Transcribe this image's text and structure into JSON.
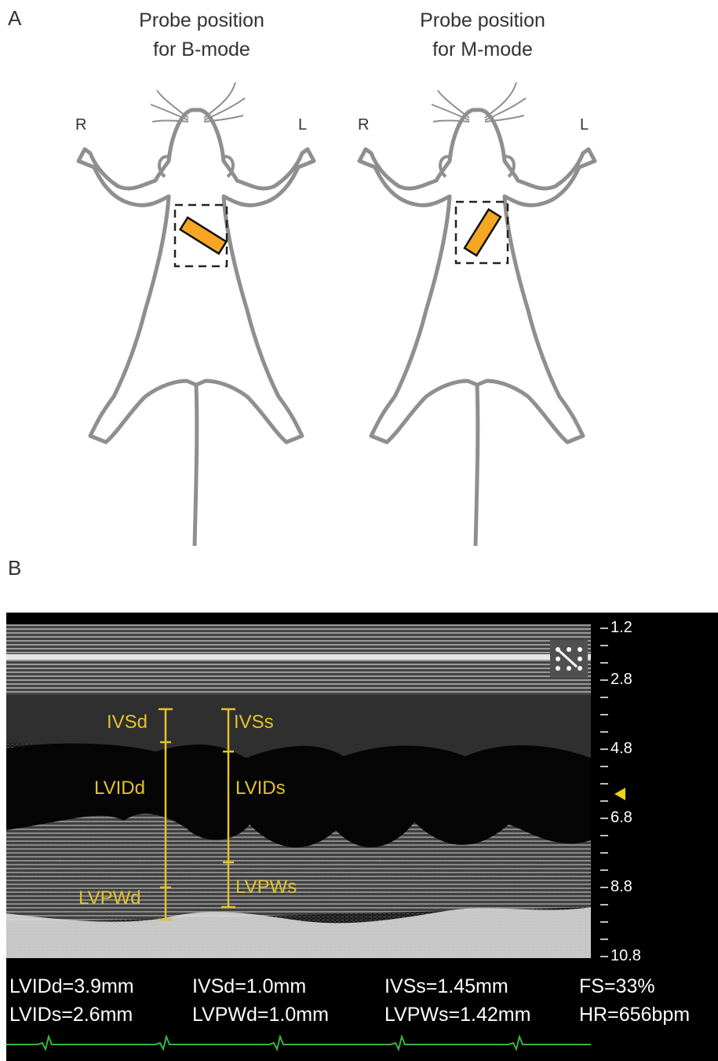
{
  "panel_a": {
    "label": "A",
    "bmode": {
      "title_line1": "Probe position",
      "title_line2": "for B-mode",
      "right_label": "R",
      "left_label": "L"
    },
    "mmode": {
      "title_line1": "Probe position",
      "title_line2": "for M-mode",
      "right_label": "R",
      "left_label": "L"
    },
    "colors": {
      "outline": "#8f8f8f",
      "probe_fill": "#f5a623",
      "probe_stroke": "#111111"
    }
  },
  "panel_b": {
    "label": "B",
    "depth_scale": [
      "1.2",
      "2.8",
      "4.8",
      "6.8",
      "8.8",
      "10.8"
    ],
    "overlay_labels": {
      "ivsd": "IVSd",
      "lvidd": "LVIDd",
      "lvpwd": "LVPWd",
      "ivss": "IVSs",
      "lvids": "LVIDs",
      "lvpws": "LVPWs"
    },
    "measurements": {
      "lvidd": "LVIDd=3.9mm",
      "lvids": "LVIDs=2.6mm",
      "ivsd": "IVSd=1.0mm",
      "lvpwd": "LVPWd=1.0mm",
      "ivss": "IVSs=1.45mm",
      "lvpws": "LVPWs=1.42mm",
      "fs": "FS=33%",
      "hr": "HR=656bpm"
    },
    "colors": {
      "caliper": "#e2c32a",
      "ecg": "#3cb043",
      "background": "#000000"
    }
  }
}
